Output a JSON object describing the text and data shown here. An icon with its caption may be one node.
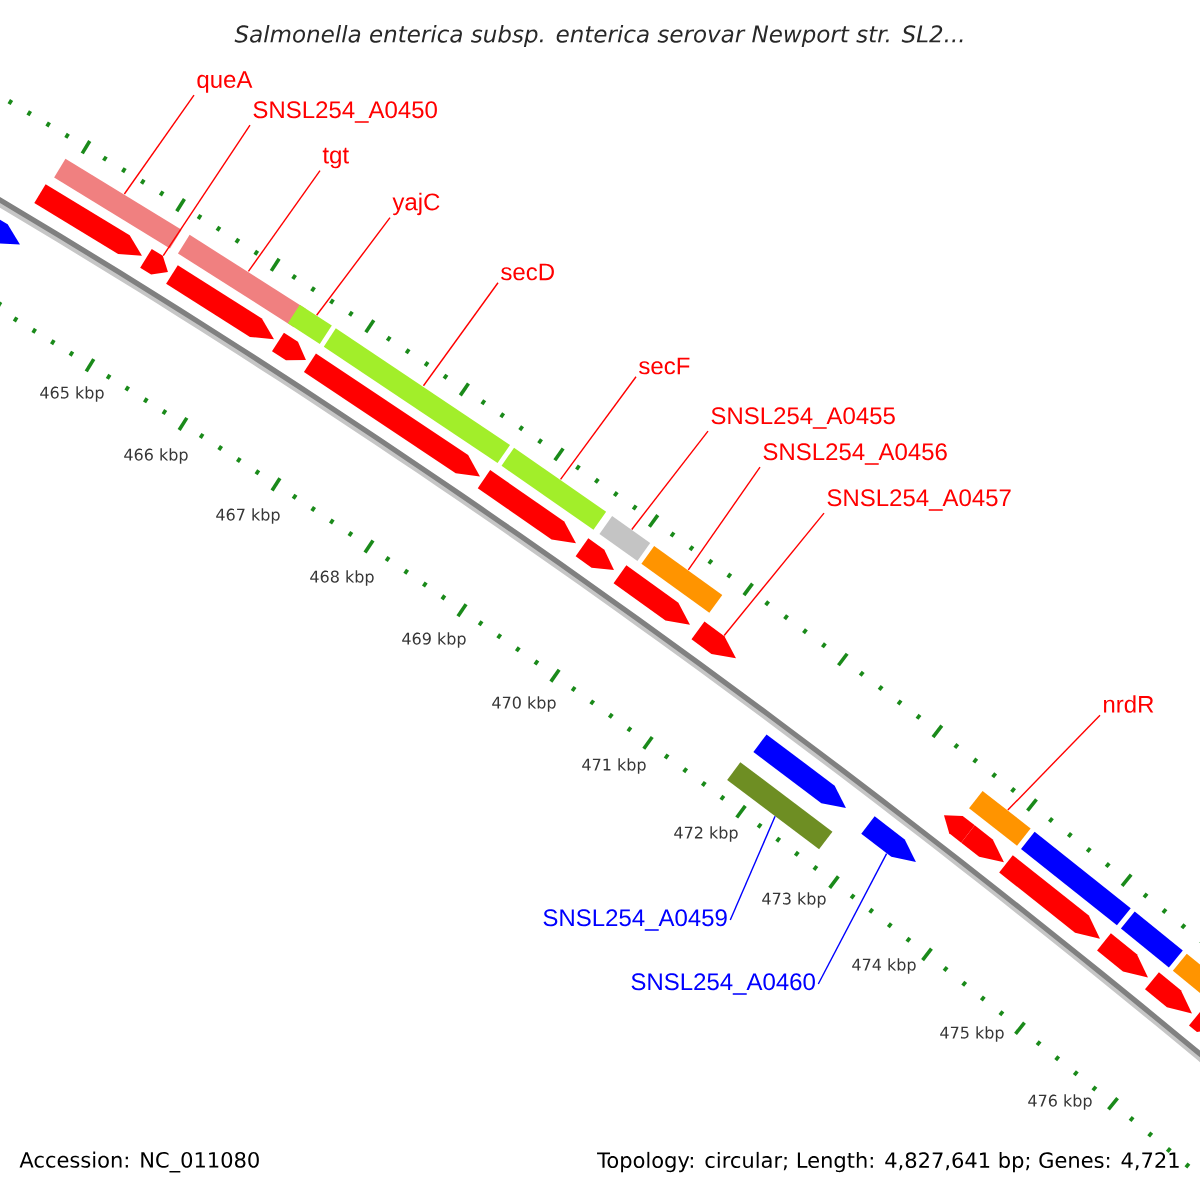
{
  "diagram": {
    "title": "Salmonella enterica subsp. enterica serovar Newport str. SL2...",
    "nodes": [
      {
        "text": [
          "queA"
        ]
      },
      {
        "text": [
          "SNSL254_A0450"
        ]
      },
      {
        "text": [
          "tgt"
        ]
      },
      {
        "text": [
          "yajC"
        ]
      },
      {
        "text": [
          "secD"
        ]
      },
      {
        "text": [
          "secF"
        ]
      },
      {
        "text": [
          "SNSL254_A0455"
        ]
      },
      {
        "text": [
          "SNSL254_A0456"
        ]
      },
      {
        "text": [
          "SNSL254_A0457"
        ]
      },
      {
        "text": [
          "nrdR"
        ]
      },
      {
        "text": [
          "SNSL254_A0459"
        ]
      },
      {
        "text": [
          "SNSL254_A0460"
        ]
      },
      {
        "text": [],
        "shape": "arrow"
      },
      {
        "text": [],
        "shape": "arrow"
      },
      {
        "text": [],
        "shape": "bar"
      },
      {
        "text": [],
        "shape": "arrow"
      },
      {
        "text": [],
        "shape": "arrow"
      },
      {
        "text": [],
        "shape": "bar"
      },
      {
        "text": [],
        "shape": "arrow"
      },
      {
        "text": [],
        "shape": "bar"
      },
      {
        "text": [],
        "shape": "arrow"
      },
      {
        "text": [],
        "shape": "bar"
      },
      {
        "text": [],
        "shape": "arrow"
      },
      {
        "text": [],
        "shape": "bar"
      },
      {
        "text": [],
        "shape": "arrow"
      },
      {
        "text": [],
        "shape": "bar"
      },
      {
        "text": [],
        "shape": "arrow"
      },
      {
        "text": [],
        "shape": "bar"
      },
      {
        "text": [],
        "shape": "arrow"
      },
      {
        "text": [],
        "shape": "bar"
      },
      {
        "text": [],
        "shape": "arrow"
      },
      {
        "text": [],
        "shape": "arrow"
      },
      {
        "text": [],
        "shape": "arrow"
      },
      {
        "text": [],
        "shape": "arrow"
      },
      {
        "text": [],
        "shape": "bar"
      },
      {
        "text": [],
        "shape": "arrow"
      },
      {
        "text": [],
        "shape": "bar"
      },
      {
        "text": [],
        "shape": "arrow"
      },
      {
        "text": [],
        "shape": "bar"
      },
      {
        "text": [],
        "shape": "arrow"
      },
      {
        "text": [],
        "shape": "bar"
      },
      {
        "text": [],
        "shape": "arrow"
      }
    ],
    "edges": [
      {
        "from": 0,
        "to": 14,
        "arrow": "none"
      },
      {
        "from": 1,
        "to": 15,
        "arrow": "none"
      },
      {
        "from": 2,
        "to": 17,
        "arrow": "none"
      },
      {
        "from": 3,
        "to": 19,
        "arrow": "none"
      },
      {
        "from": 4,
        "to": 21,
        "arrow": "none"
      },
      {
        "from": 5,
        "to": 23,
        "arrow": "none"
      },
      {
        "from": 6,
        "to": 25,
        "arrow": "none"
      },
      {
        "from": 7,
        "to": 27,
        "arrow": "none"
      },
      {
        "from": 8,
        "to": 28,
        "arrow": "none"
      },
      {
        "from": 9,
        "to": 34,
        "arrow": "none"
      },
      {
        "from": 10,
        "to": 29,
        "arrow": "none",
        "color": "#0000ff"
      },
      {
        "from": 11,
        "to": 31,
        "arrow": "none",
        "color": "#0000ff"
      }
    ],
    "labels": [
      "465 kbp",
      "466 kbp",
      "467 kbp",
      "468 kbp",
      "469 kbp",
      "470 kbp",
      "471 kbp",
      "472 kbp",
      "473 kbp",
      "474 kbp",
      "475 kbp",
      "476 kbp",
      "Accession: NC_011080",
      "Topology: circular; Length: 4,827,641 bp; Genes: 4,721"
    ]
  }
}
